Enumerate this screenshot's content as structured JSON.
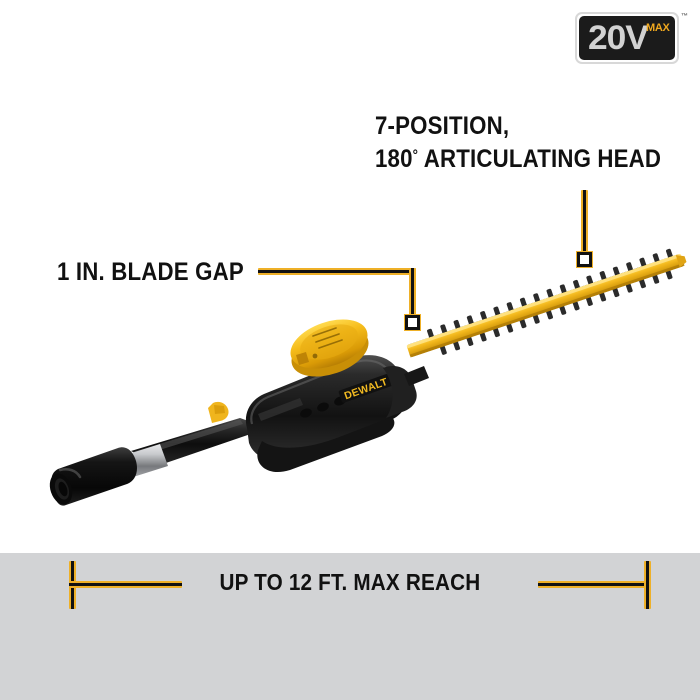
{
  "badge": {
    "voltage": "20",
    "unit": "V",
    "max": "MAX",
    "trademark": "™",
    "box_color": "#1b1b1b",
    "text_color": "#d2d2d2",
    "max_color": "#f0a81e"
  },
  "callouts": [
    {
      "id": "articulating-head",
      "line1": "7-POSITION,",
      "line2_prefix": "180",
      "line2_degree": "°",
      "line2_suffix": " ARTICULATING HEAD"
    },
    {
      "id": "blade-gap",
      "line1": "1 IN. BLADE GAP"
    }
  ],
  "dimension": {
    "label": "UP TO 12 FT. MAX REACH",
    "band_color": "#d2d3d5",
    "accent_color": "#eeb028",
    "line_color": "#111111"
  },
  "product": {
    "brand": "DEWALT",
    "name": "pole-hedge-trimmer-attachment",
    "colors": {
      "body": "#1c1c1c",
      "accent_yellow": "#f2b824",
      "metal": "#b9bbbd"
    }
  }
}
